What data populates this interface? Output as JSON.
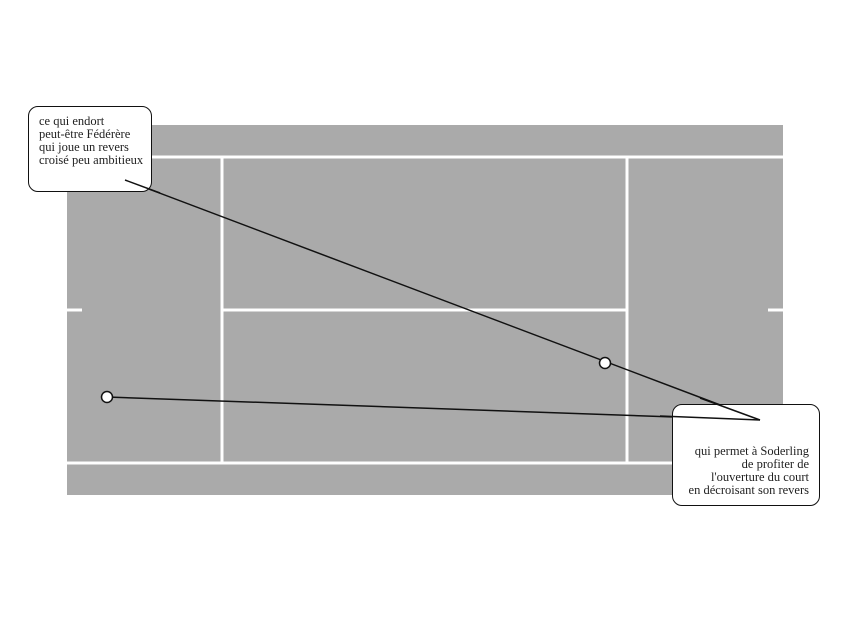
{
  "colors": {
    "court": "#aaaaaa",
    "lines": "#ffffff",
    "annotation": "#111111"
  },
  "callouts": [
    {
      "lines": [
        "ce qui endort",
        "peut-être Fédérère",
        "qui joue un revers",
        "croisé peu ambitieux"
      ]
    },
    {
      "lines": [
        "qui permet à Soderling",
        "de profiter de",
        "l'ouverture du court",
        "en décroisant son revers"
      ]
    }
  ]
}
